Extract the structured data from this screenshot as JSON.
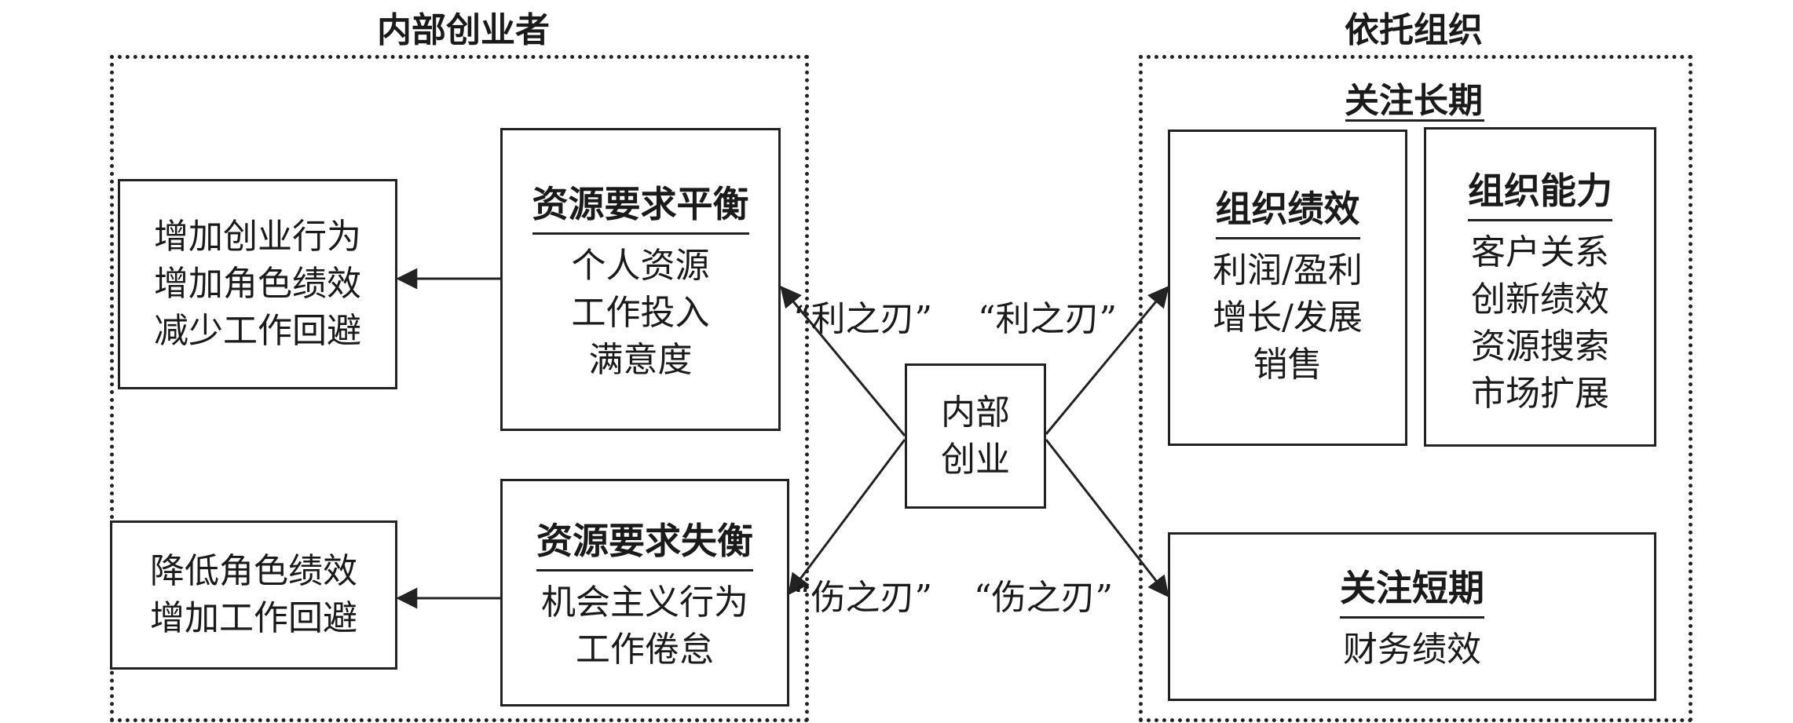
{
  "groups": {
    "left_title": "内部创业者",
    "right_title": "依托组织",
    "right_subtitle": "关注长期"
  },
  "center": {
    "lines": [
      "内部",
      "创业"
    ]
  },
  "outcomes_positive": {
    "lines": [
      "增加创业行为",
      "增加角色绩效",
      "减少工作回避"
    ]
  },
  "outcomes_negative": {
    "lines": [
      "降低角色绩效",
      "增加工作回避"
    ]
  },
  "balance": {
    "title": "资源要求平衡",
    "lines": [
      "个人资源",
      "工作投入",
      "满意度"
    ]
  },
  "imbalance": {
    "title": "资源要求失衡",
    "lines": [
      "机会主义行为",
      "工作倦怠"
    ]
  },
  "org_performance": {
    "title": "组织绩效",
    "lines": [
      "利润/盈利",
      "增长/发展",
      "销售"
    ]
  },
  "org_capability": {
    "title": "组织能力",
    "lines": [
      "客户关系",
      "创新绩效",
      "资源搜索",
      "市场扩展"
    ]
  },
  "short_term": {
    "title": "关注短期",
    "lines": [
      "财务绩效"
    ]
  },
  "edge_labels": {
    "upper_left": "“利之刃”",
    "upper_right": "“利之刃”",
    "lower_left": "“伤之刃”",
    "lower_right": "“伤之刃”"
  }
}
